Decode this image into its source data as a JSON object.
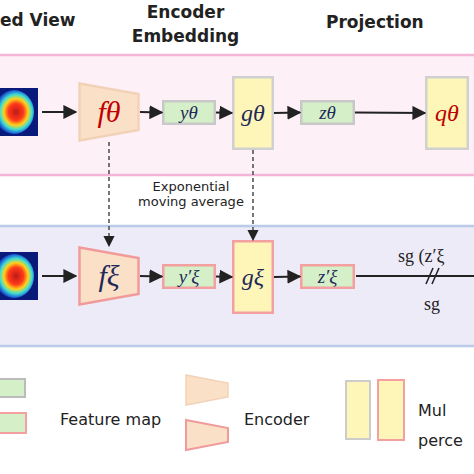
{
  "diagram": {
    "nodes": [
      {
        "text": [
          "fθ"
        ]
      },
      {
        "text": [
          "yθ"
        ]
      },
      {
        "text": [
          "gθ"
        ]
      },
      {
        "text": [
          "zθ"
        ]
      },
      {
        "text": [
          "qθ"
        ]
      },
      {
        "text": [
          "fξ"
        ]
      },
      {
        "text": [
          "y′ξ"
        ]
      },
      {
        "text": [
          "gξ"
        ]
      },
      {
        "text": [
          "z′ξ"
        ]
      }
    ],
    "edges": [
      {
        "from": 0,
        "to": 1,
        "arrow": "to"
      },
      {
        "from": 1,
        "to": 2,
        "arrow": "to"
      },
      {
        "from": 2,
        "to": 3,
        "arrow": "to"
      },
      {
        "from": 3,
        "to": 4,
        "arrow": "to"
      },
      {
        "from": 0,
        "to": 5,
        "arrow": "to",
        "label": "Exponential moving average"
      },
      {
        "from": 2,
        "to": 7,
        "arrow": "to"
      },
      {
        "from": 5,
        "to": 6,
        "arrow": "to"
      },
      {
        "from": 6,
        "to": 7,
        "arrow": "to"
      },
      {
        "from": 7,
        "to": 8,
        "arrow": "to"
      }
    ],
    "labels": [
      "ed View",
      "Encoder Embedding",
      "Projection",
      "sg (z′ξ",
      "sg"
    ],
    "legend": [
      {
        "text": "Feature map",
        "color": "#d5f0c8"
      },
      {
        "text": "Encoder"
      },
      {
        "text": "Mul perce",
        "color": "#fdf6b8"
      }
    ]
  }
}
